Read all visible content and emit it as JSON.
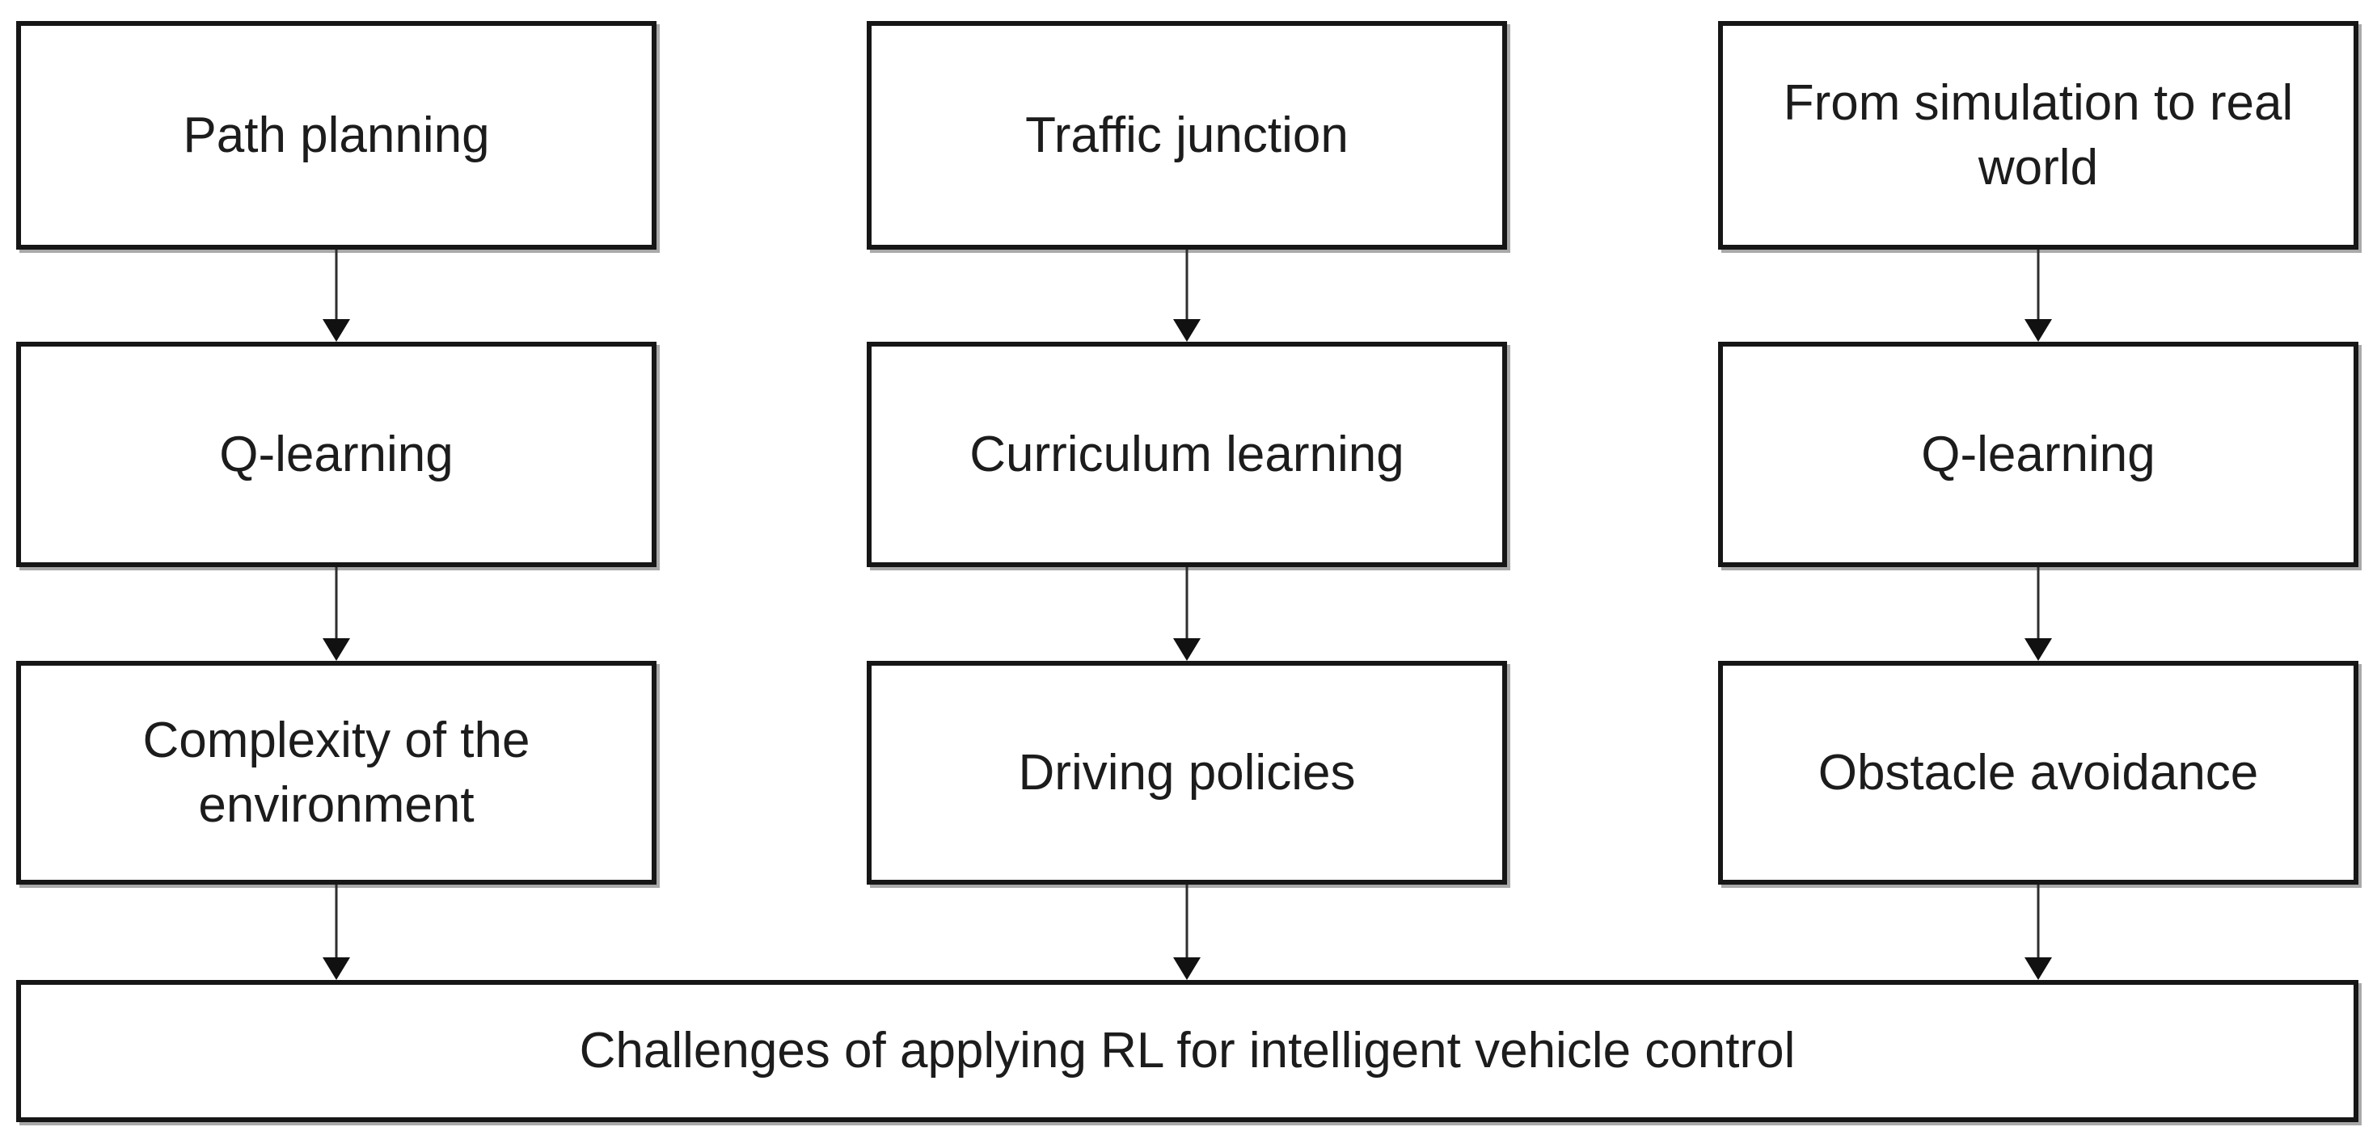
{
  "flowchart": {
    "columns": [
      {
        "boxes": [
          {
            "label": "Path planning"
          },
          {
            "label": "Q-learning"
          },
          {
            "label": "Complexity of the environment"
          }
        ]
      },
      {
        "boxes": [
          {
            "label": "Traffic junction"
          },
          {
            "label": "Curriculum learning"
          },
          {
            "label": "Driving policies"
          }
        ]
      },
      {
        "boxes": [
          {
            "label": "From simulation to real world"
          },
          {
            "label": "Q-learning"
          },
          {
            "label": "Obstacle avoidance"
          }
        ]
      }
    ],
    "bottom_box": {
      "label": "Challenges of applying RL for intelligent vehicle control"
    },
    "colors": {
      "box_border": "#161616",
      "box_fill": "#ffffff",
      "text": "#1c1c1c",
      "arrow": "#111111",
      "shadow": "#a9a9a9",
      "background": "#ffffff"
    }
  }
}
